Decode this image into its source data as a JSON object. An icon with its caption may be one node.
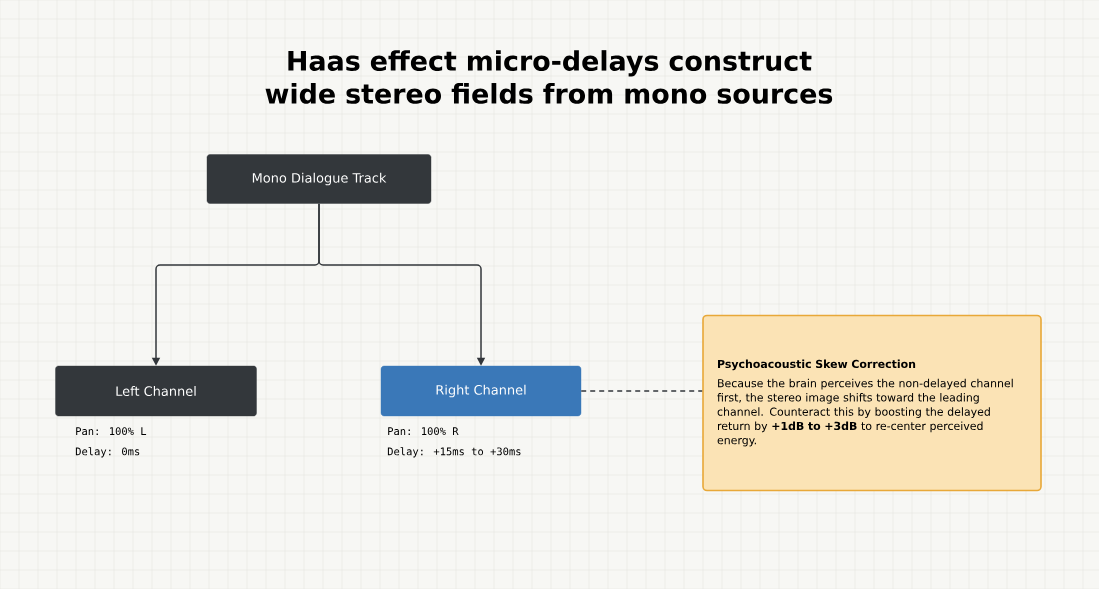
{
  "diagram": {
    "title": "Haas effect micro-delays construct wide stereo fields from mono sources",
    "nodes": [
      {
        "text": [
          "Mono Dialogue Track"
        ]
      },
      {
        "text": [
          "Left Channel"
        ],
        "beside": [
          "Pan: 100% L",
          "Delay: 0ms"
        ]
      },
      {
        "text": [
          "Right Channel"
        ],
        "beside": [
          "Pan: 100% R",
          "Delay: +15ms to +30ms"
        ]
      },
      {
        "text": [
          "Psychoacoustic Skew Correction",
          "Because the brain perceives the non-delayed channel first, the stereo image shifts toward the leading channel. Counteract this by boosting the delayed return by **+1dB to +3dB** to re-center perceived energy."
        ]
      }
    ],
    "edges": [
      {
        "from": 0,
        "to": 1,
        "arrow": "to"
      },
      {
        "from": 0,
        "to": 2,
        "arrow": "to"
      },
      {
        "from": 2,
        "to": 3,
        "arrow": "none",
        "style": "dashed"
      }
    ]
  }
}
